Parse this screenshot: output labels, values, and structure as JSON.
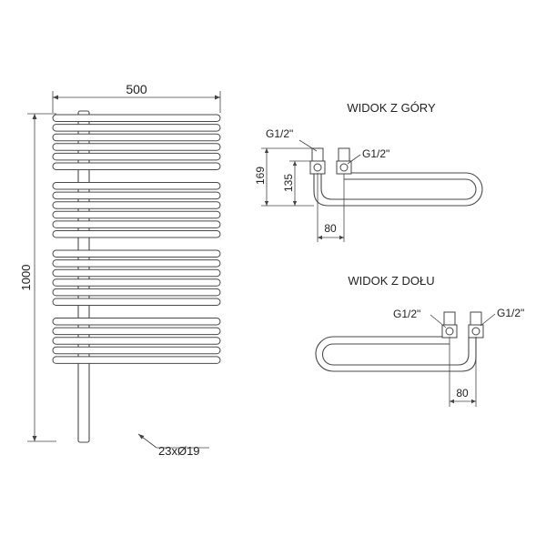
{
  "front_view": {
    "width_label": "500",
    "height_label": "1000",
    "tubes_label": "23xØ19",
    "tube_count": 23
  },
  "top_view": {
    "title": "WIDOK Z GÓRY",
    "connector_left": "G1/2\"",
    "connector_right": "G1/2\"",
    "depth_outer": "169",
    "depth_inner": "135",
    "spacing": "80"
  },
  "bottom_view": {
    "title": "WIDOK Z DOŁU",
    "connector_left": "G1/2\"",
    "connector_right": "G1/2\"",
    "spacing": "80"
  }
}
